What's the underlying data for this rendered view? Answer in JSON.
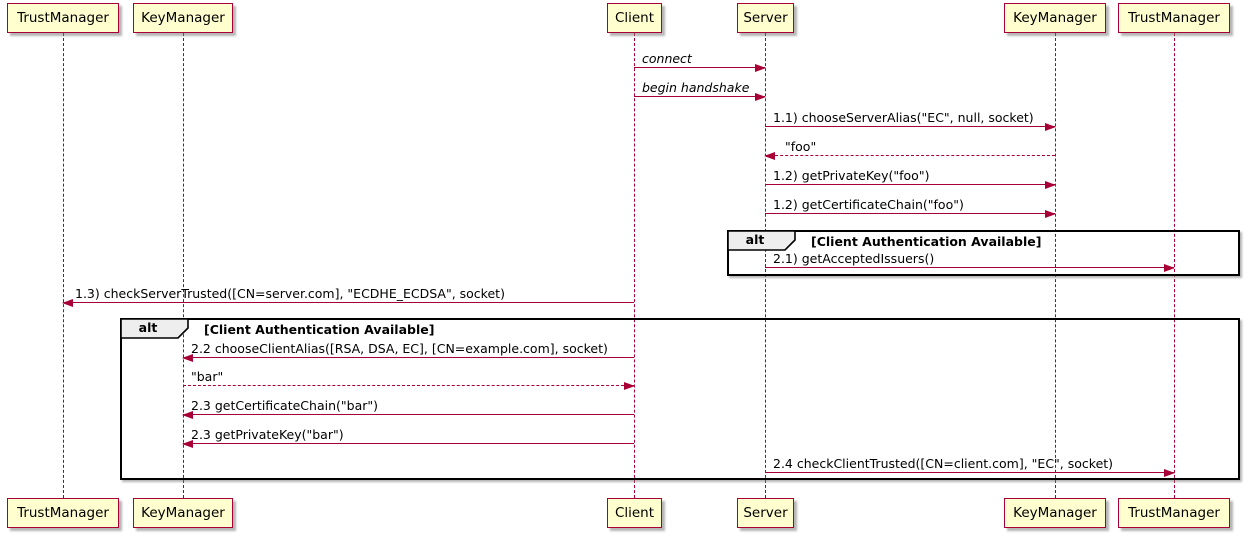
{
  "diagram": {
    "type": "uml-sequence-diagram",
    "colors": {
      "participant_fill": "#FEFECE",
      "line_and_border": "#A80036",
      "frame_border": "#000000",
      "frame_tab_fill": "#EEEEEE",
      "text": "#000000",
      "background": "#FFFFFF"
    },
    "participants": [
      {
        "id": "trustmanager-left",
        "label": "TrustManager"
      },
      {
        "id": "keymanager-left",
        "label": "KeyManager"
      },
      {
        "id": "client",
        "label": "Client"
      },
      {
        "id": "server",
        "label": "Server"
      },
      {
        "id": "keymanager-right",
        "label": "KeyManager"
      },
      {
        "id": "trustmanager-right",
        "label": "TrustManager"
      }
    ],
    "messages": [
      {
        "label": "connect",
        "from": "Client",
        "to": "Server",
        "line": "solid",
        "style": "italic"
      },
      {
        "label": "begin handshake",
        "from": "Client",
        "to": "Server",
        "line": "solid",
        "style": "italic"
      },
      {
        "label": "1.1) chooseServerAlias(\"EC\", null, socket)",
        "from": "Server",
        "to": "KeyManager (right)",
        "line": "solid"
      },
      {
        "label": "\"foo\"",
        "from": "KeyManager (right)",
        "to": "Server",
        "line": "dashed"
      },
      {
        "label": "1.2) getPrivateKey(\"foo\")",
        "from": "Server",
        "to": "KeyManager (right)",
        "line": "solid"
      },
      {
        "label": "1.2) getCertificateChain(\"foo\")",
        "from": "Server",
        "to": "KeyManager (right)",
        "line": "solid"
      },
      {
        "label": "2.1) getAcceptedIssuers()",
        "from": "Server",
        "to": "TrustManager (right)",
        "line": "solid"
      },
      {
        "label": "1.3) checkServerTrusted([CN=server.com], \"ECDHE_ECDSA\", socket)",
        "from": "Client",
        "to": "TrustManager (left)",
        "line": "solid"
      },
      {
        "label": "2.2 chooseClientAlias([RSA, DSA, EC], [CN=example.com], socket)",
        "from": "Client",
        "to": "KeyManager (left)",
        "line": "solid"
      },
      {
        "label": "\"bar\"",
        "from": "KeyManager (left)",
        "to": "Client",
        "line": "dashed"
      },
      {
        "label": "2.3 getCertificateChain(\"bar\")",
        "from": "Client",
        "to": "KeyManager (left)",
        "line": "solid"
      },
      {
        "label": "2.3 getPrivateKey(\"bar\")",
        "from": "Client",
        "to": "KeyManager (left)",
        "line": "solid"
      },
      {
        "label": "2.4 checkClientTrusted([CN=client.com], \"EC\", socket)",
        "from": "Server",
        "to": "TrustManager (right)",
        "line": "solid"
      }
    ],
    "frames": [
      {
        "keyword": "alt",
        "condition": "[Client Authentication Available]"
      },
      {
        "keyword": "alt",
        "condition": "[Client Authentication Available]"
      }
    ]
  }
}
